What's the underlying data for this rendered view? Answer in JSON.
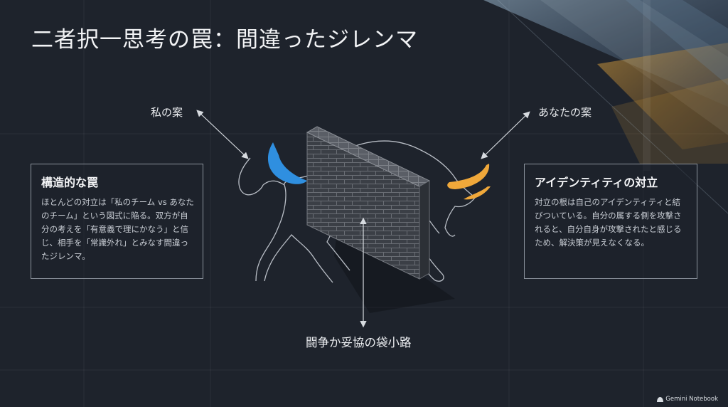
{
  "slide": {
    "title": "二者択一思考の罠：間違ったジレンマ"
  },
  "cards": {
    "left": {
      "heading": "構造的な罠",
      "body": "ほとんどの対立は「私のチーム vs あなたのチーム」という図式に陥る。双方が自分の考えを「有意義で理にかなう」と信じ、相手を「常識外れ」とみなす間違ったジレンマ。"
    },
    "right": {
      "heading": "アイデンティティの対立",
      "body": "対立の根は自己のアイデンティティと結びついている。自分の属する側を攻撃されると、自分自身が攻撃されたと感じるため、解決策が見えなくなる。"
    }
  },
  "labels": {
    "my_idea": "私の案",
    "your_idea": "あなたの案",
    "dead_end": "闘争か妥協の袋小路"
  },
  "branding": {
    "text": "Gemini Notebook",
    "icon": "notebook-icon"
  },
  "colors": {
    "background": "#1e232c",
    "blue_horn": "#2f8fe0",
    "orange_horn": "#f0a83a",
    "outline": "#b9bec6",
    "wall": "#3a3e44"
  }
}
